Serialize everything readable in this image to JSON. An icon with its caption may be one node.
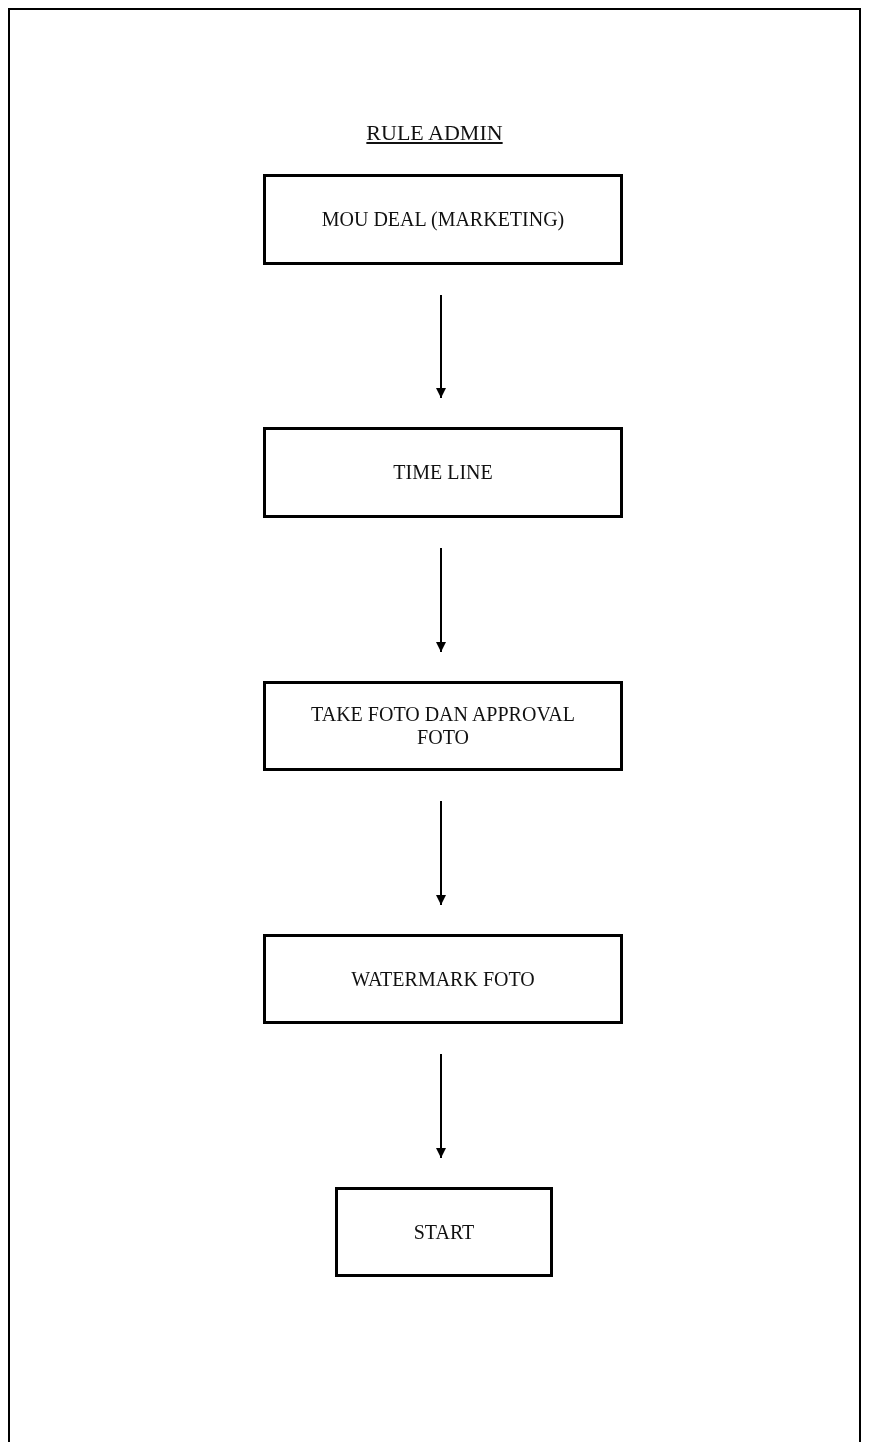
{
  "diagram": {
    "title": "RULE ADMIN",
    "nodes": [
      {
        "text": [
          "MOU DEAL (MARKETING)"
        ]
      },
      {
        "text": [
          "TIME LINE"
        ]
      },
      {
        "text": [
          "TAKE FOTO DAN APPROVAL FOTO"
        ]
      },
      {
        "text": [
          "WATERMARK FOTO"
        ]
      },
      {
        "text": [
          "START"
        ]
      }
    ],
    "edges": [
      {
        "from": 0,
        "to": 1,
        "arrow": "to"
      },
      {
        "from": 1,
        "to": 2,
        "arrow": "to"
      },
      {
        "from": 2,
        "to": 3,
        "arrow": "to"
      },
      {
        "from": 3,
        "to": 4,
        "arrow": "to"
      }
    ]
  }
}
